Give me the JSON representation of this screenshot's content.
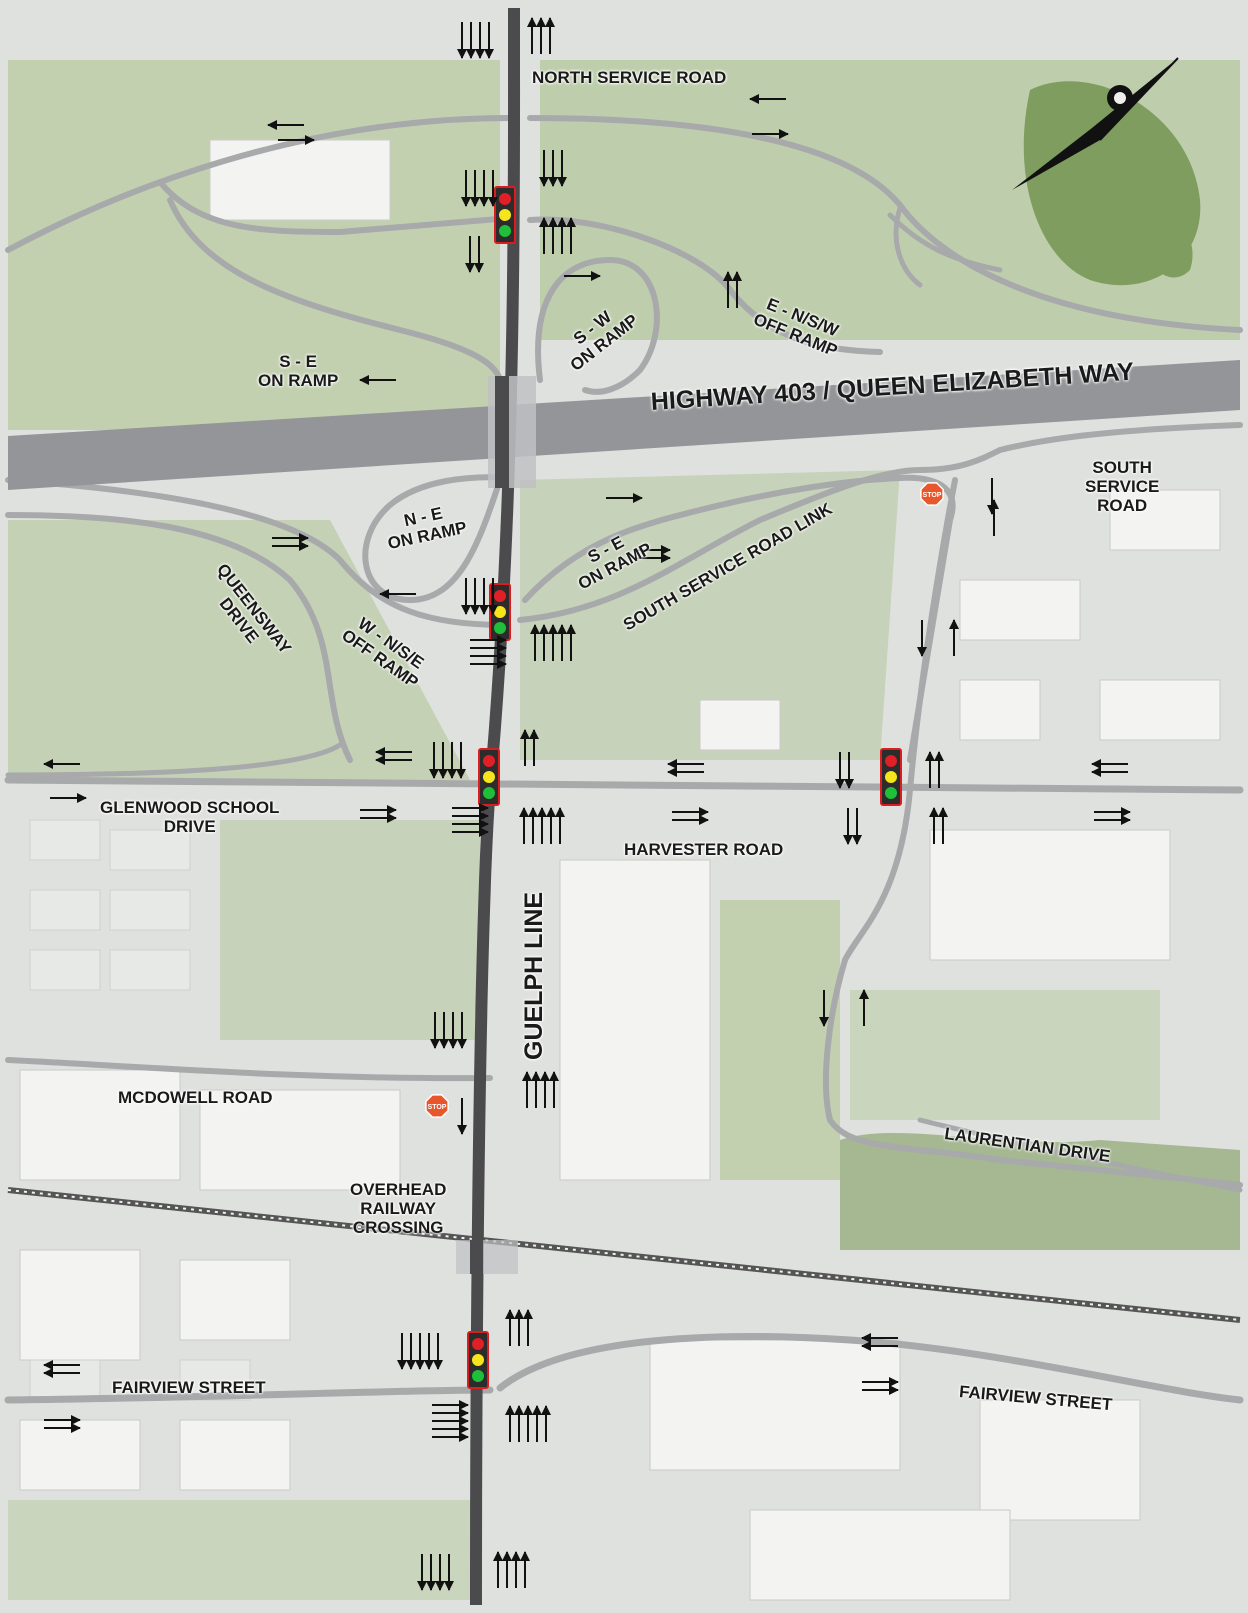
{
  "labels": {
    "north_service_road": "NORTH SERVICE ROAD",
    "highway": "HIGHWAY 403 / QUEEN ELIZABETH WAY",
    "south_service_road": "SOUTH\nSERVICE\nROAD",
    "ssr_link": "SOUTH SERVICE ROAD LINK",
    "e_nsw_off_ramp": "E - N/S/W\nOFF RAMP",
    "sw_on_ramp": "S - W\nON RAMP",
    "se_on_ramp_north": "S - E\nON RAMP",
    "ne_on_ramp": "N - E\nON RAMP",
    "se_on_ramp_south": "S - E\nON RAMP",
    "queensway_drive": "QUEENSWAY\nDRIVE",
    "w_nse_off_ramp": "W - N/S/E\nOFF RAMP",
    "glenwood_school_drive": "GLENWOOD SCHOOL\nDRIVE",
    "harvester_road": "HARVESTER ROAD",
    "guelph_line": "GUELPH LINE",
    "mcdowell_road": "MCDOWELL ROAD",
    "laurentian_drive": "LAURENTIAN DRIVE",
    "overhead_railway_crossing": "OVERHEAD\nRAILWAY\nCROSSING",
    "fairview_street_west": "FAIRVIEW STREET",
    "fairview_street_east": "FAIRVIEW STREET"
  },
  "signs": {
    "stop_text": "STOP"
  },
  "colors": {
    "road": "#a7a9ab",
    "guelph_line": "#4b4b4d",
    "highway": "#939598",
    "signal_body": "#2c2c2c",
    "signal_frame": "#d81e1e",
    "light_red": "#e01f26",
    "light_yellow": "#f6e51c",
    "light_green": "#1fbf3a",
    "stop_sign": "#e8572b",
    "vegetation": "#a9c28b",
    "urban": "#dfe1de"
  },
  "icons": {
    "compass": "north-arrow-icon",
    "signal": "traffic-signal-icon",
    "stop": "stop-sign-icon",
    "lane_arrow": "lane-arrow-icon",
    "railway": "railway-track-icon"
  }
}
